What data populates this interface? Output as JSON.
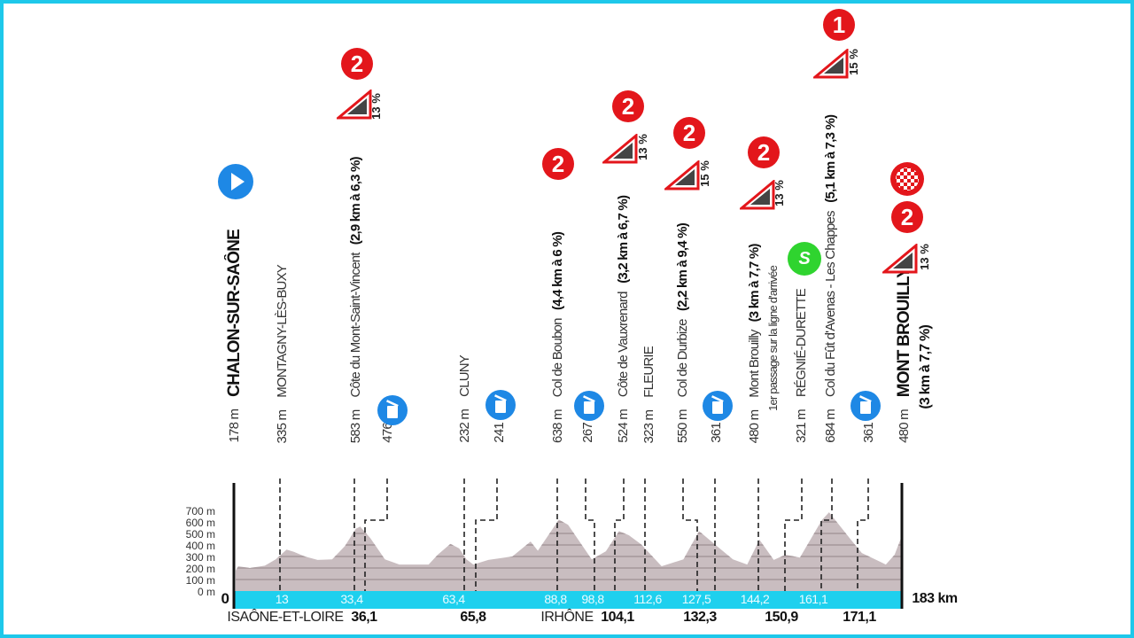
{
  "colors": {
    "frame": "#1ec8ea",
    "profile": "#c9bdc0",
    "grid": "#9e9194",
    "kmbar": "#1ed0ee",
    "climb": "#e3161b",
    "start": "#1e88e5",
    "sprint": "#2fd42f",
    "feed": "#1e88e5"
  },
  "waypoints": [
    {
      "alt": "178 m",
      "name": "CHALON-SUR-SAÔNE",
      "icon": "start-icon"
    },
    {
      "alt": "335 m",
      "name": "MONTAGNY-LÈS-BUXY"
    },
    {
      "alt": "583 m",
      "name": "Côte du Mont-Saint-Vincent",
      "detail": "(2,9 km à 6,3 %)",
      "category": "2",
      "max_gradient": "13 %"
    },
    {
      "alt": "476 m",
      "icon": "feed-zone-icon"
    },
    {
      "alt": "232 m",
      "name": "CLUNY"
    },
    {
      "alt": "241 m",
      "icon": "feed-zone-icon"
    },
    {
      "alt": "638 m",
      "name": "Col de Boubon",
      "detail": "(4,4 km à 6 %)",
      "category": "2"
    },
    {
      "alt": "267 m",
      "icon": "feed-zone-icon"
    },
    {
      "alt": "524 m",
      "name": "Côte de Vauxrenard",
      "detail": "(3,2 km à 6,7 %)",
      "category": "2",
      "max_gradient": "13 %"
    },
    {
      "alt": "323 m",
      "name": "FLEURIE"
    },
    {
      "alt": "550 m",
      "name": "Col de Durbize",
      "detail": "(2,2 km à 9,4 %)",
      "category": "2",
      "max_gradient": "15 %"
    },
    {
      "alt": "361 m",
      "icon": "feed-zone-icon"
    },
    {
      "alt": "480 m",
      "name": "Mont Brouilly",
      "detail": "(3 km à 7,7 %)",
      "note": "1er passage sur la ligne d'arrivée",
      "category": "2",
      "max_gradient": "13 %"
    },
    {
      "alt": "321 m",
      "name": "RÉGNIÉ-DURETTE",
      "sprint": "S"
    },
    {
      "alt": "684 m",
      "name": "Col du Fût d'Avenas - Les Chappes",
      "detail": "(5,1 km à 7,3 %)",
      "category": "1",
      "max_gradient": "15 %"
    },
    {
      "alt": "361 m",
      "icon": "feed-zone-icon"
    },
    {
      "alt": "480 m",
      "name": "MONT BROUILLY",
      "detail": "(3 km à 7,7 %)",
      "category": "2",
      "max_gradient": "13 %",
      "icon": "finish-flag-icon"
    }
  ],
  "chart_data": {
    "type": "area",
    "xlabel": "",
    "ylabel": "",
    "xlim": [
      0,
      183
    ],
    "ylim": [
      0,
      700
    ],
    "y_ticks": [
      "0 m",
      "100 m",
      "200 m",
      "300 m",
      "400 m",
      "500 m",
      "600 m",
      "700 m"
    ],
    "y_tick_values": [
      0,
      100,
      200,
      300,
      400,
      500,
      600,
      700
    ],
    "grid": true,
    "x_start_label": "0",
    "x_end_label": "183 km",
    "km_markers": [
      "13",
      "33,4",
      "63,4",
      "88,8",
      "98,8",
      "112,6",
      "127,5",
      "144,2",
      "161,1"
    ],
    "feed_km": [
      "36,1",
      "65,8",
      "104,1",
      "132,3",
      "150,9",
      "171,1"
    ],
    "region_labels": [
      "ISAÔNE-ET-LOIRE",
      "IRHÔNE"
    ],
    "profile": [
      [
        0,
        178
      ],
      [
        0.7,
        215
      ],
      [
        3.9,
        200
      ],
      [
        8,
        220
      ],
      [
        11,
        275
      ],
      [
        14,
        360
      ],
      [
        16,
        340
      ],
      [
        19,
        300
      ],
      [
        22.5,
        270
      ],
      [
        26.5,
        275
      ],
      [
        30,
        390
      ],
      [
        33,
        540
      ],
      [
        34.2,
        560
      ],
      [
        37,
        460
      ],
      [
        41,
        275
      ],
      [
        45,
        230
      ],
      [
        53,
        230
      ],
      [
        55.5,
        315
      ],
      [
        59,
        410
      ],
      [
        61.4,
        370
      ],
      [
        63.4,
        275
      ],
      [
        65.3,
        230
      ],
      [
        69.4,
        270
      ],
      [
        76,
        300
      ],
      [
        81,
        430
      ],
      [
        83,
        350
      ],
      [
        88.8,
        620
      ],
      [
        91.3,
        575
      ],
      [
        97.8,
        275
      ],
      [
        101.7,
        345
      ],
      [
        105.3,
        520
      ],
      [
        108,
        485
      ],
      [
        111.4,
        405
      ],
      [
        117,
        215
      ],
      [
        123,
        275
      ],
      [
        127.3,
        520
      ],
      [
        132,
        395
      ],
      [
        136.6,
        275
      ],
      [
        140.5,
        230
      ],
      [
        143.9,
        445
      ],
      [
        147.8,
        270
      ],
      [
        151,
        315
      ],
      [
        155,
        290
      ],
      [
        161,
        615
      ],
      [
        163,
        684
      ],
      [
        169,
        445
      ],
      [
        172,
        330
      ],
      [
        177,
        255
      ],
      [
        178.6,
        230
      ],
      [
        181,
        315
      ],
      [
        183,
        480
      ]
    ]
  }
}
